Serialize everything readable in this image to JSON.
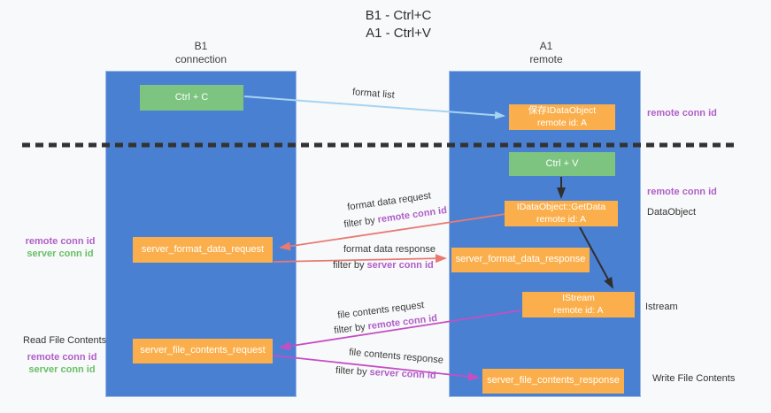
{
  "title": {
    "line1": "B1 - Ctrl+C",
    "line2": "A1 - Ctrl+V"
  },
  "columns": {
    "left": {
      "name": "B1",
      "role": "connection"
    },
    "right": {
      "name": "A1",
      "role": "remote"
    }
  },
  "nodes": {
    "ctrl_c": {
      "label": "Ctrl + C"
    },
    "ctrl_v": {
      "label": "Ctrl + V"
    },
    "save_dataobject": {
      "line1": "保存IDataObject",
      "line2": "remote id: A"
    },
    "getdata": {
      "line1": "IDataObject::GetData",
      "line2": "remote id: A"
    },
    "istream": {
      "line1": "IStream",
      "line2": "remote id: A"
    },
    "format_request": {
      "label": "server_format_data_request"
    },
    "format_response": {
      "label": "server_format_data_response"
    },
    "file_request": {
      "label": "server_file_contents_request"
    },
    "file_response": {
      "label": "server_file_contents_response"
    }
  },
  "edge_labels": {
    "format_list": "format list",
    "format_data_request": "format data request",
    "format_data_response": "format data response",
    "file_contents_request": "file contents request",
    "file_contents_response": "file contents response",
    "filter_by": "filter by",
    "remote_conn_id": "remote conn id",
    "server_conn_id": "server conn id"
  },
  "side_labels": {
    "right_remote_conn_top": "remote conn id",
    "right_remote_conn_mid": "remote conn id",
    "dataobject": "DataObject",
    "istream": "Istream",
    "write_file_contents": "Write File Contents",
    "left_remote_conn_top": "remote conn id",
    "left_server_conn_top": "server conn id",
    "read_file_contents": "Read File Contents",
    "left_remote_conn_bottom": "remote conn id",
    "left_server_conn_bottom": "server conn id"
  },
  "colors": {
    "column_blue": "#4a80d2",
    "box_orange": "#fbaf4c",
    "box_green": "#7cc47f",
    "arrow_lightblue": "#a6d3f2",
    "arrow_red": "#e87a72",
    "arrow_magenta": "#c44ec4",
    "arrow_black": "#2f2f2f",
    "divider_black": "#333333",
    "text_purple": "#b05fc8",
    "text_green": "#67c067"
  }
}
